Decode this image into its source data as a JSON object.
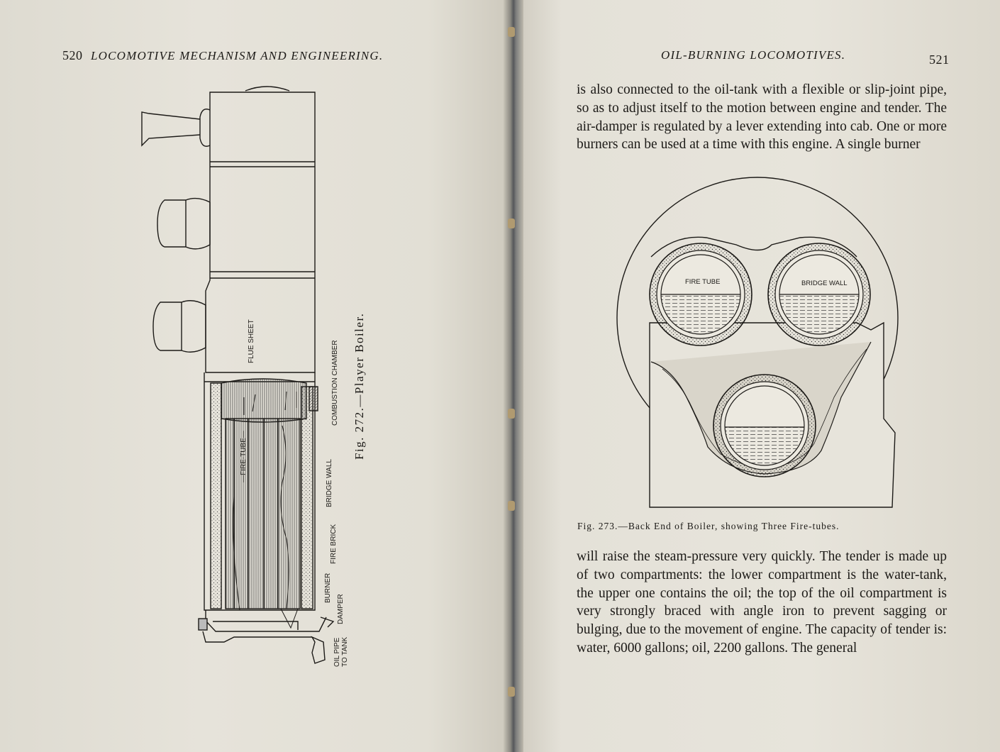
{
  "left_page": {
    "page_number": "520",
    "running_head": "LOCOMOTIVE MECHANISM AND ENGINEERING.",
    "figure": {
      "caption": "Fig. 272.—Player Boiler.",
      "labels": {
        "flue_sheet": "FLUE SHEET",
        "fire_tube": "—FIRE-TUBE—",
        "combustion_chamber": "COMBUSTION CHAMBER",
        "bridge_wall": "BRIDGE WALL",
        "fire_brick": "FIRE BRICK",
        "burner": "BURNER",
        "damper": "DAMPER",
        "oil_pipe_1": "OIL PIPE",
        "oil_pipe_2": "TO TANK"
      }
    }
  },
  "right_page": {
    "page_number": "521",
    "running_head": "OIL-BURNING LOCOMOTIVES.",
    "paragraph_top": "is also connected to the oil-tank with a flexible or slip-joint pipe, so as to adjust itself to the motion between engine and tender.   The air-damper is regulated by a lever extending into cab.   One or more burners can be used at a time with this engine.   A single burner",
    "figure": {
      "caption": "Fig. 273.—Back End of Boiler, showing Three Fire-tubes.",
      "labels": {
        "fire_tube": "FIRE TUBE",
        "bridge_wall": "BRIDGE WALL"
      }
    },
    "paragraph_bottom": "will raise the steam-pressure very quickly.   The tender is made up of two compartments: the lower compartment is the water-tank, the upper one contains the oil; the top of the oil compartment is very strongly braced with angle iron to prevent sagging or bulging, due to the movement of engine.   The capacity of tender is: water, 6000 gallons; oil, 2200 gallons.   The general"
  }
}
